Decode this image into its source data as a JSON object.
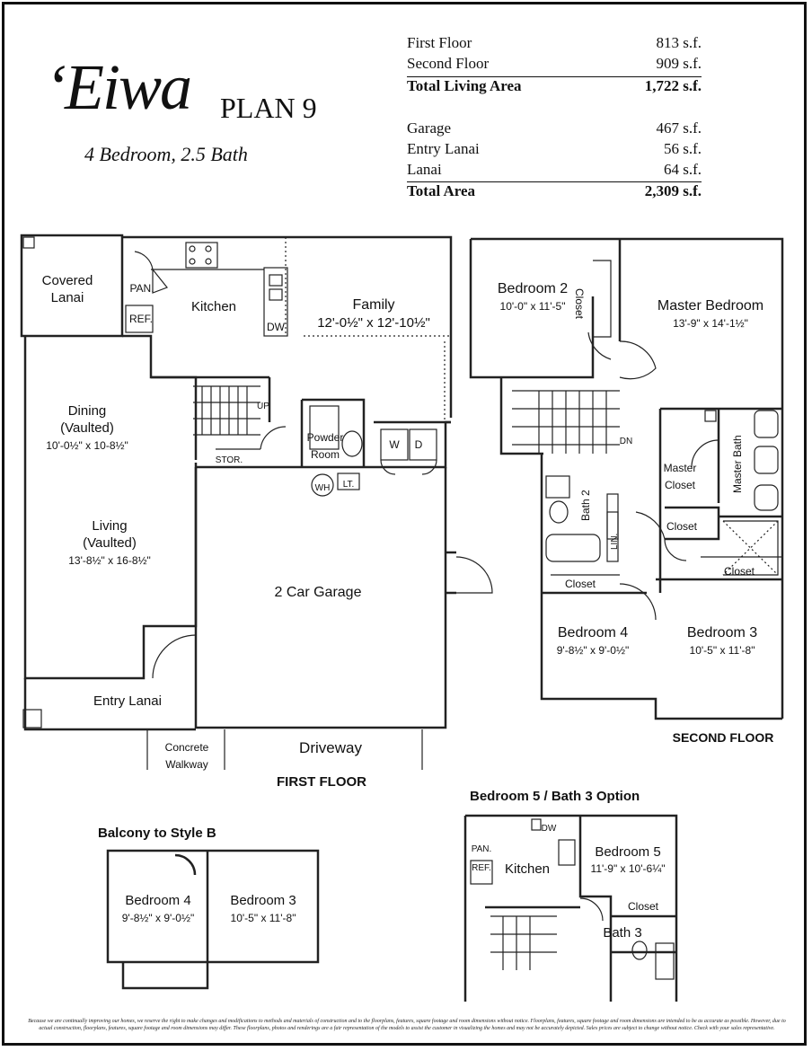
{
  "header": {
    "name": "Eiwa",
    "okina": "‘",
    "plan": "PLAN 9",
    "subtitle": "4 Bedroom, 2.5 Bath"
  },
  "areas": [
    {
      "label": "First Floor",
      "value": "813 s.f."
    },
    {
      "label": "Second Floor",
      "value": "909 s.f."
    },
    {
      "label": "Total Living Area",
      "value": "1,722 s.f."
    },
    {
      "label": "Garage",
      "value": "467 s.f."
    },
    {
      "label": "Entry Lanai",
      "value": "56 s.f."
    },
    {
      "label": "Lanai",
      "value": "64 s.f."
    },
    {
      "label": "Total Area",
      "value": "2,309 s.f."
    }
  ],
  "first_floor": {
    "title": "FIRST FLOOR",
    "covered_lanai": [
      "Covered",
      "Lanai"
    ],
    "pan": "PAN.",
    "ref": "REF.",
    "kitchen": "Kitchen",
    "dw": "DW",
    "family": "Family",
    "family_dim": "12'-0½\" x 12'-10½\"",
    "dining": [
      "Dining",
      "(Vaulted)"
    ],
    "dining_dim": "10'-0½\" x 10-8½\"",
    "up": "UP",
    "stor": "STOR.",
    "powder": [
      "Powder",
      "Room"
    ],
    "w": "W",
    "d": "D",
    "wh": "WH",
    "lt": "LT.",
    "living": [
      "Living",
      "(Vaulted)"
    ],
    "living_dim": "13'-8½\" x 16-8½\"",
    "garage": "2 Car Garage",
    "entry_lanai": "Entry Lanai",
    "walkway": [
      "Concrete",
      "Walkway"
    ],
    "driveway": "Driveway"
  },
  "second_floor": {
    "title": "SECOND FLOOR",
    "bedroom2": "Bedroom 2",
    "bedroom2_dim": "10'-0\" x 11'-5\"",
    "closet": "Closet",
    "master_bedroom": "Master Bedroom",
    "master_dim": "13'-9\" x 14'-1½\"",
    "dn": "DN",
    "master_closet": [
      "Master",
      "Closet"
    ],
    "master_bath": "Master Bath",
    "bath2": "Bath 2",
    "lin": "LIN.",
    "bedroom4": "Bedroom 4",
    "bedroom4_dim": "9'-8½\" x 9'-0½\"",
    "bedroom3": "Bedroom 3",
    "bedroom3_dim": "10'-5\" x 11'-8\""
  },
  "balcony": {
    "title": "Balcony to Style B",
    "bedroom4": "Bedroom 4",
    "bedroom4_dim": "9'-8½\" x 9'-0½\"",
    "bedroom3": "Bedroom 3",
    "bedroom3_dim": "10'-5\" x 11'-8\""
  },
  "option": {
    "title": "Bedroom 5 / Bath 3 Option",
    "dw": "DW",
    "pan": "PAN.",
    "ref": "REF.",
    "kitchen": "Kitchen",
    "bedroom5": "Bedroom 5",
    "bedroom5_dim": "11'-9\" x 10'-6¼\"",
    "closet": "Closet",
    "bath3": "Bath 3"
  },
  "footer": "Because we are continually improving our homes, we reserve the right to make changes and modifications to methods and materials of construction and to the floorplans, features, square footage and room dimensions without notice. Floorplans, features, square footage and room dimensions are intended to be as accurate as possible. However, due to actual construction, floorplans, features, square footage and room dimensions may differ. These floorplans, photos and renderings are a fair representation of the models to assist the customer in visualizing the homes and may not be accurately depicted. Sales prices are subject to change without notice. Check with your sales representative."
}
